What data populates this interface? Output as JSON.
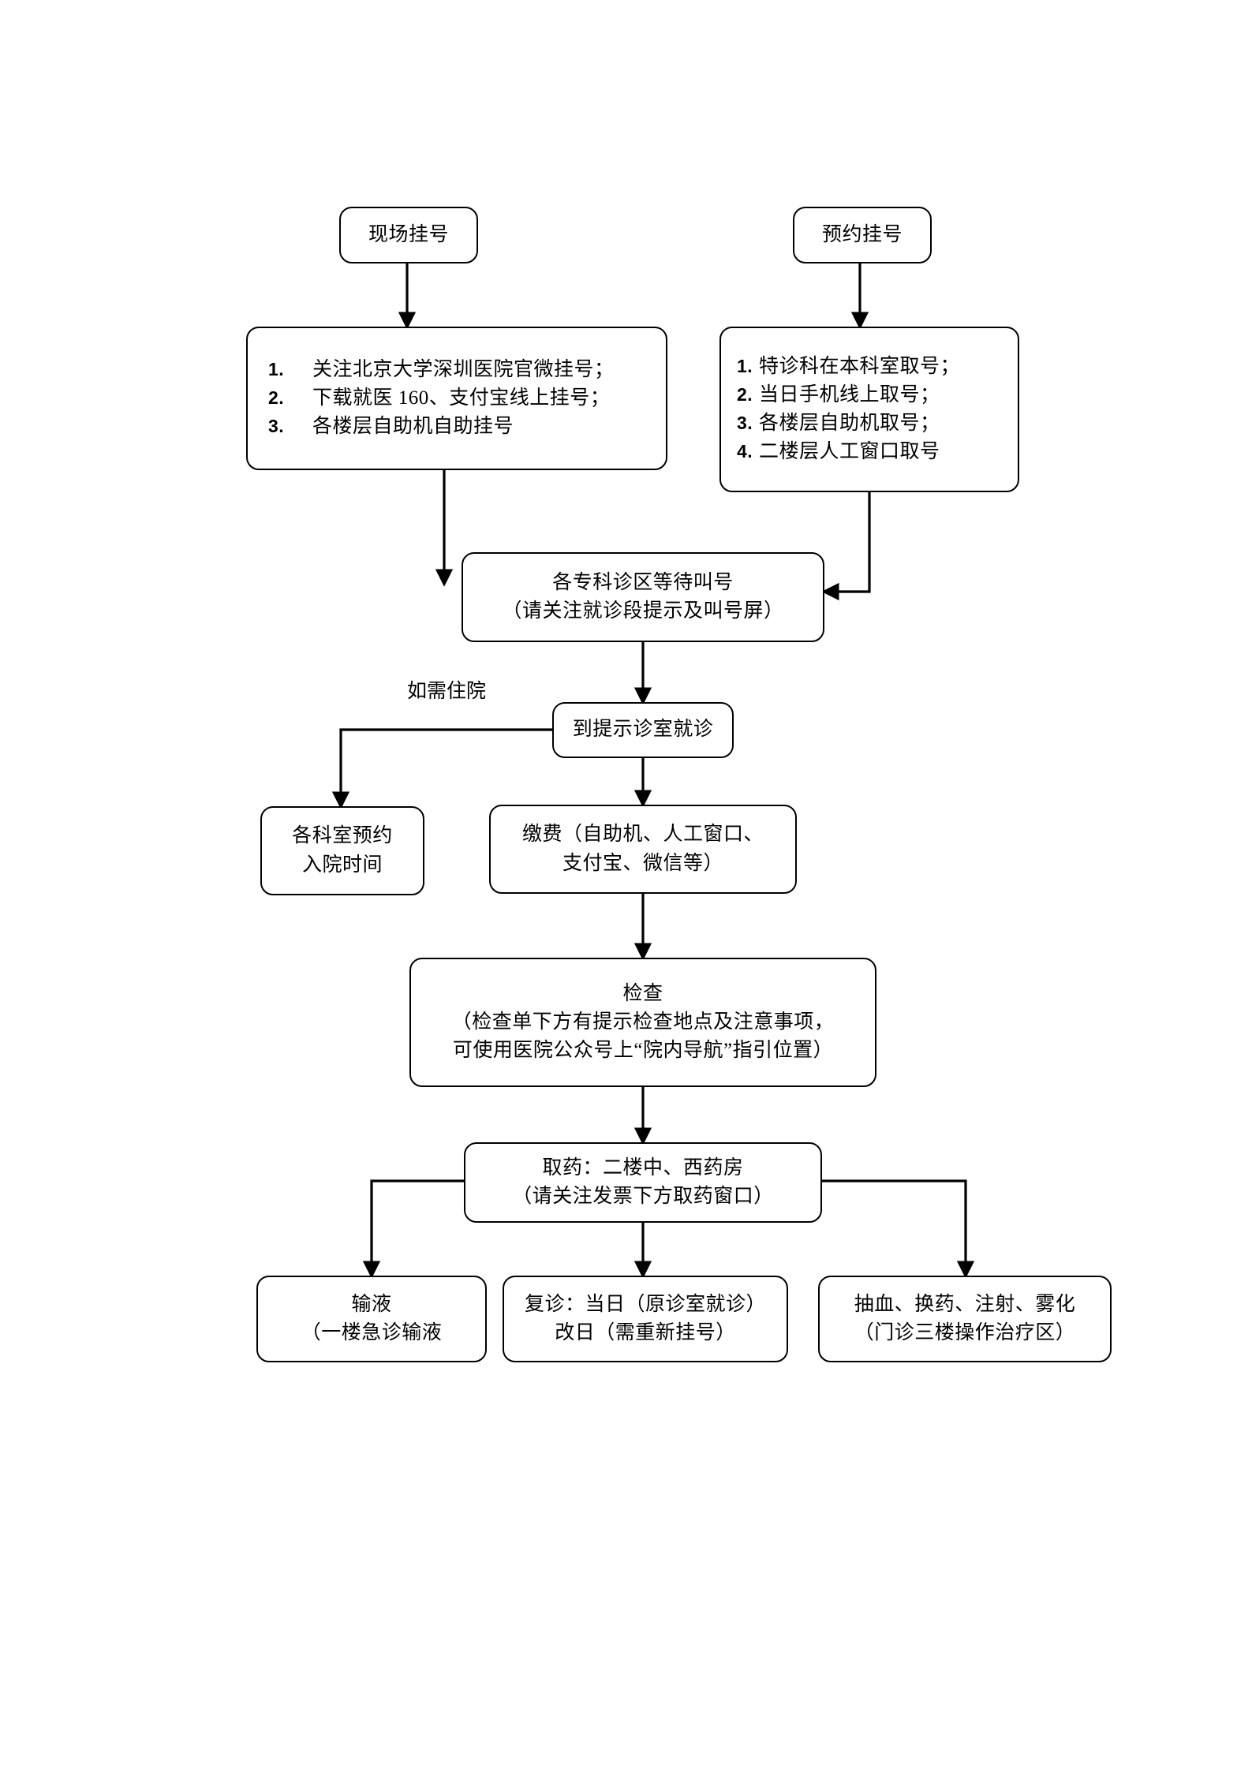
{
  "document": {
    "type": "flowchart",
    "orientation": "top-down",
    "language": "zh-CN",
    "background_color": "#ffffff",
    "line_color": "#000000",
    "text_color": "#000000"
  },
  "nodes": {
    "onsite_registration": {
      "id": "onsite-registration",
      "lines": [
        "现场挂号"
      ]
    },
    "appointment_registration": {
      "id": "appointment-registration",
      "lines": [
        "预约挂号"
      ]
    },
    "onsite_methods": {
      "id": "onsite-methods",
      "items": [
        {
          "num": "1.",
          "text": "关注北京大学深圳医院官微挂号；"
        },
        {
          "num": "2.",
          "text": "下载就医 160、支付宝线上挂号；"
        },
        {
          "num": "3.",
          "text": "各楼层自助机自助挂号"
        }
      ]
    },
    "appointment_methods": {
      "id": "appointment-methods",
      "items": [
        {
          "num": "1.",
          "text": "特诊科在本科室取号；"
        },
        {
          "num": "2.",
          "text": "当日手机线上取号；"
        },
        {
          "num": "3.",
          "text": "各楼层自助机取号；"
        },
        {
          "num": "4.",
          "text": "二楼层人工窗口取号"
        }
      ]
    },
    "waiting_area": {
      "id": "waiting-area",
      "lines": [
        "各专科诊区等待叫号",
        "（请关注就诊段提示及叫号屏）"
      ]
    },
    "consultation_room": {
      "id": "consultation-room",
      "lines": [
        "到提示诊室就诊"
      ]
    },
    "admission_booking": {
      "id": "admission-booking",
      "lines": [
        "各科室预约",
        "入院时间"
      ]
    },
    "payment": {
      "id": "payment",
      "lines": [
        "缴费（自助机、人工窗口、",
        "支付宝、微信等）"
      ]
    },
    "examination": {
      "id": "examination",
      "lines": [
        "检查",
        "（检查单下方有提示检查地点及注意事项，",
        "可使用医院公众号上“院内导航”指引位置）"
      ]
    },
    "pharmacy": {
      "id": "pharmacy",
      "lines": [
        "取药：二楼中、西药房",
        "（请关注发票下方取药窗口）"
      ]
    },
    "infusion": {
      "id": "infusion",
      "lines": [
        "输液",
        "（一楼急诊输液"
      ]
    },
    "follow_up": {
      "id": "follow-up",
      "lines": [
        "复诊：当日（原诊室就诊）",
        "改日（需重新挂号）"
      ]
    },
    "procedures": {
      "id": "procedures",
      "lines": [
        "抽血、换药、注射、雾化",
        "（门诊三楼操作治疗区）"
      ]
    }
  },
  "edge_labels": {
    "if_admission_needed": "如需住院"
  },
  "connections": [
    {
      "from": "onsite_registration",
      "to": "onsite_methods",
      "style": "straight-down"
    },
    {
      "from": "appointment_registration",
      "to": "appointment_methods",
      "style": "straight-down"
    },
    {
      "from": "onsite_methods",
      "to": "waiting_area",
      "style": "down-then-arrow"
    },
    {
      "from": "appointment_methods",
      "to": "waiting_area",
      "style": "down-left-arrow"
    },
    {
      "from": "waiting_area",
      "to": "consultation_room",
      "style": "straight-down"
    },
    {
      "from": "consultation_room",
      "to": "admission_booking",
      "style": "left-then-down",
      "label": "如需住院"
    },
    {
      "from": "consultation_room",
      "to": "payment",
      "style": "straight-down"
    },
    {
      "from": "payment",
      "to": "examination",
      "style": "straight-down"
    },
    {
      "from": "examination",
      "to": "pharmacy",
      "style": "straight-down"
    },
    {
      "from": "pharmacy",
      "to": "infusion",
      "style": "left-then-down"
    },
    {
      "from": "pharmacy",
      "to": "follow_up",
      "style": "straight-down"
    },
    {
      "from": "pharmacy",
      "to": "procedures",
      "style": "right-then-down"
    }
  ]
}
